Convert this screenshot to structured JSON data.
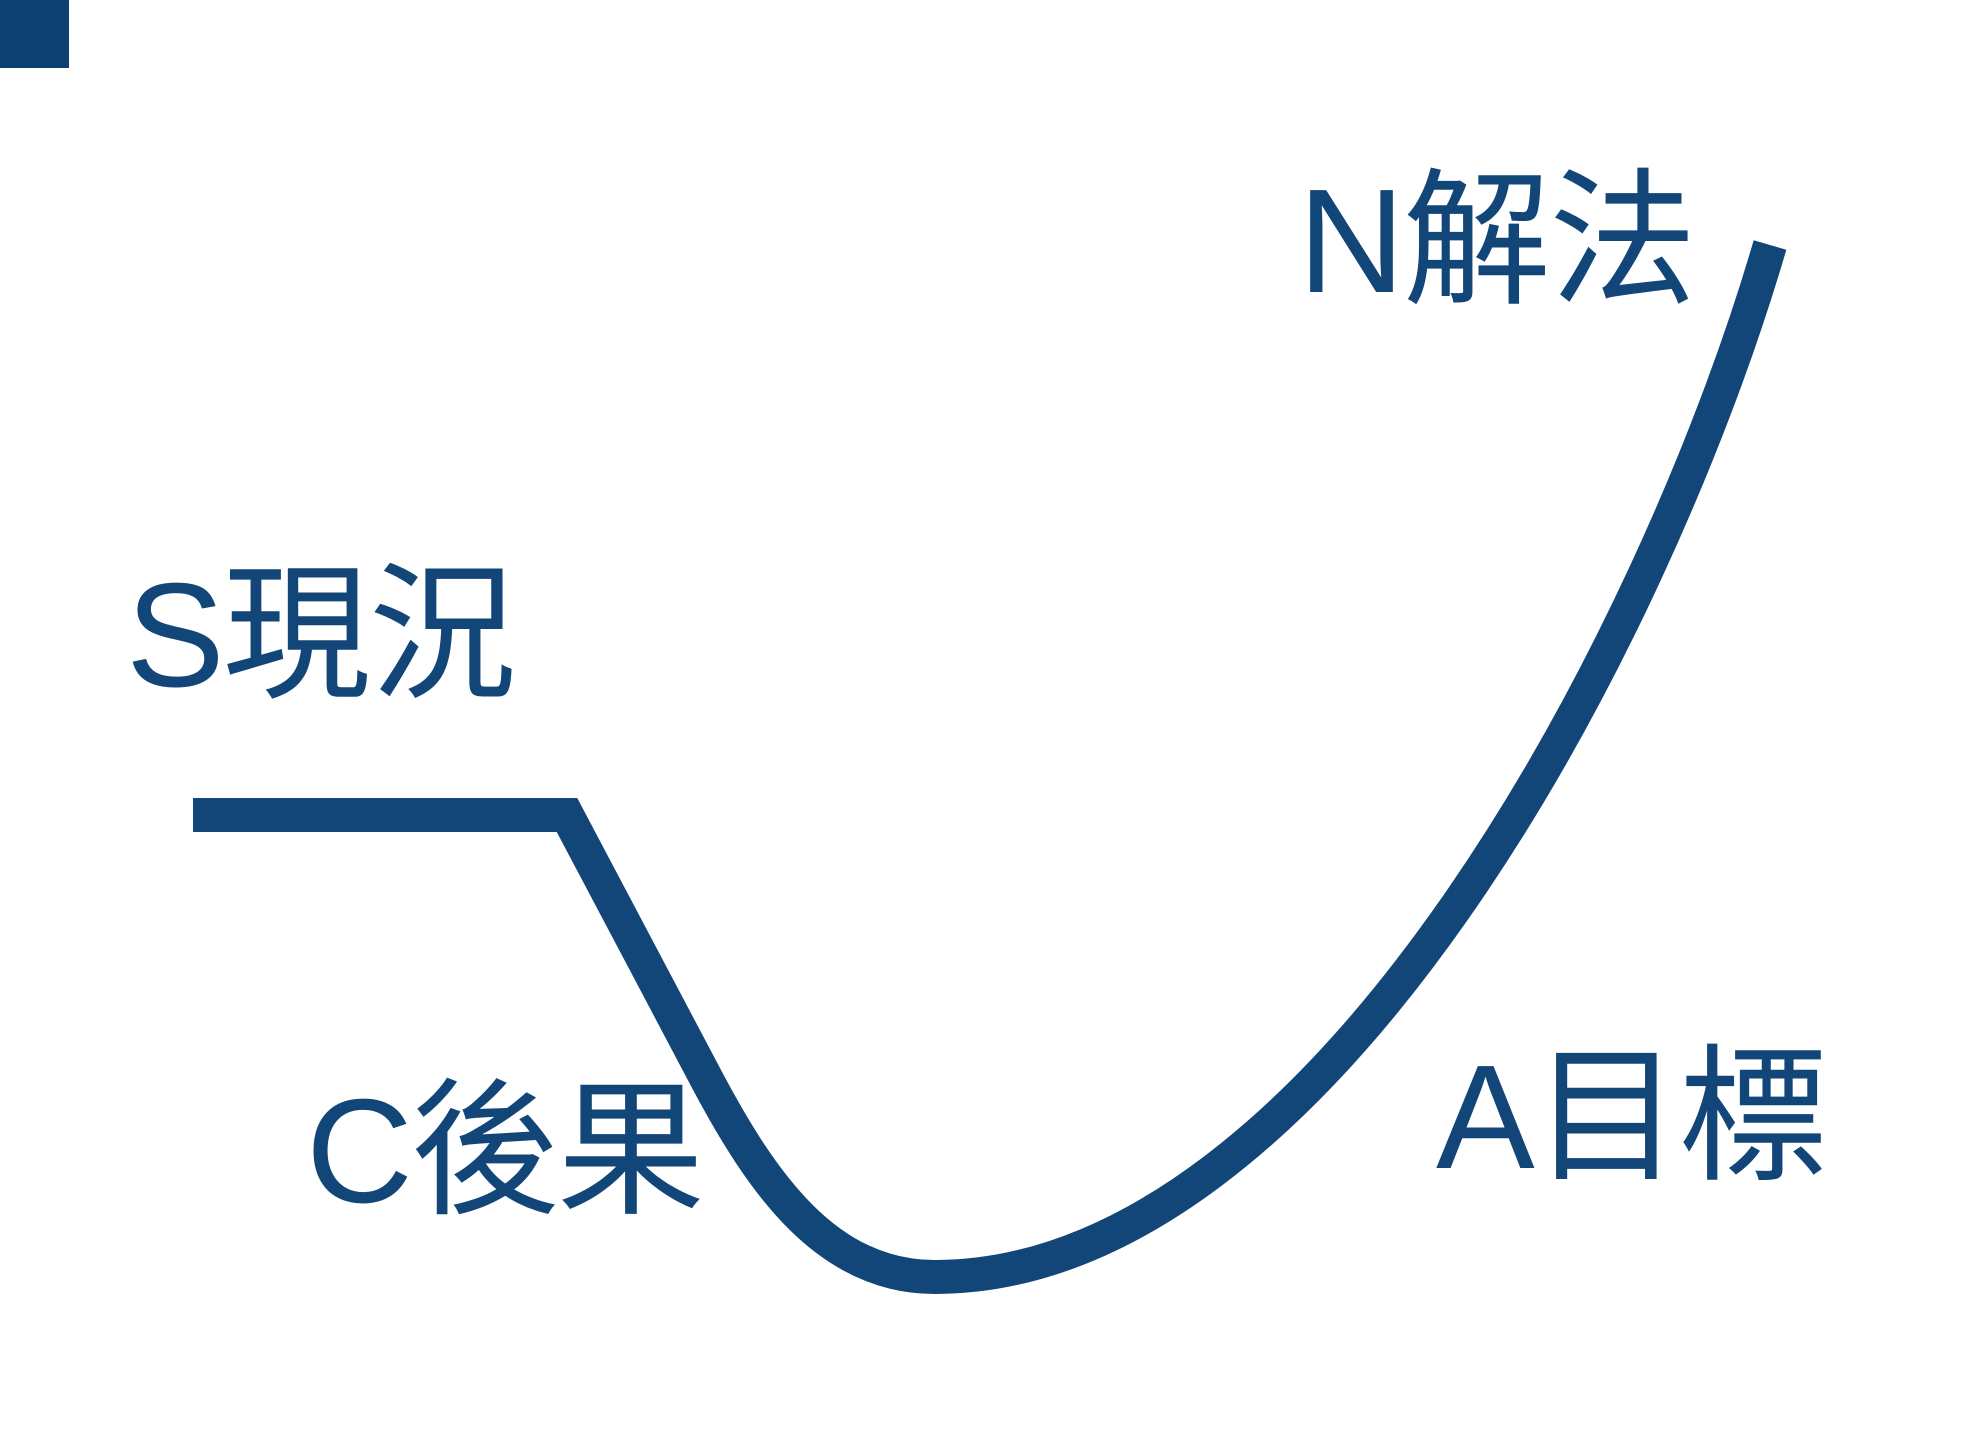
{
  "diagram": {
    "type": "scan-framework-valley-curve",
    "background_color": "#ffffff",
    "text_color": "#124679",
    "curve_color": "#124679",
    "corner_square_color": "#0d4172",
    "labels": {
      "situation": "S現況",
      "consequence": "C後果",
      "aim": "A目標",
      "solution": "N解法"
    }
  }
}
